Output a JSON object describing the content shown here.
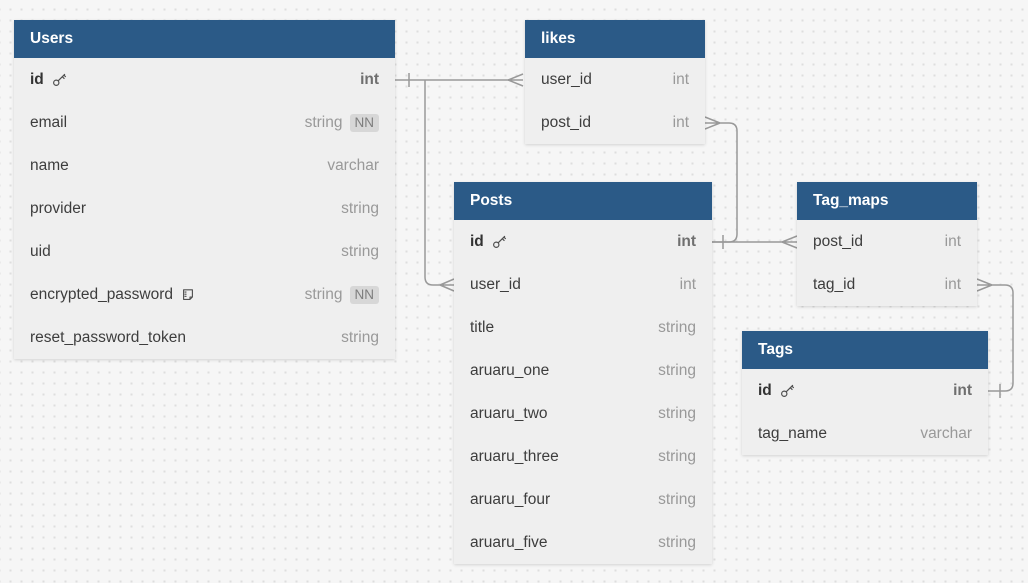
{
  "colors": {
    "header_bg": "#2b5a87",
    "table_bg": "#efefef",
    "canvas_bg": "#f6f6f6",
    "dot_grid": "#dedede",
    "relationship_line": "#999999",
    "field_text": "#3d3d3d",
    "type_text": "#999999",
    "badge_bg": "#d7d7d7",
    "header_text": "#ffffff"
  },
  "tables": {
    "users": {
      "title": "Users",
      "rows": [
        {
          "name": "id",
          "type": "int",
          "icon": "key",
          "pk": true
        },
        {
          "name": "email",
          "type": "string",
          "badge": "NN"
        },
        {
          "name": "name",
          "type": "varchar"
        },
        {
          "name": "provider",
          "type": "string"
        },
        {
          "name": "uid",
          "type": "string"
        },
        {
          "name": "encrypted_password",
          "type": "string",
          "icon": "note",
          "badge": "NN"
        },
        {
          "name": "reset_password_token",
          "type": "string"
        }
      ]
    },
    "likes": {
      "title": "likes",
      "rows": [
        {
          "name": "user_id",
          "type": "int"
        },
        {
          "name": "post_id",
          "type": "int"
        }
      ]
    },
    "posts": {
      "title": "Posts",
      "rows": [
        {
          "name": "id",
          "type": "int",
          "icon": "key",
          "pk": true
        },
        {
          "name": "user_id",
          "type": "int"
        },
        {
          "name": "title",
          "type": "string"
        },
        {
          "name": "aruaru_one",
          "type": "string"
        },
        {
          "name": "aruaru_two",
          "type": "string"
        },
        {
          "name": "aruaru_three",
          "type": "string"
        },
        {
          "name": "aruaru_four",
          "type": "string"
        },
        {
          "name": "aruaru_five",
          "type": "string"
        }
      ]
    },
    "tag_maps": {
      "title": "Tag_maps",
      "rows": [
        {
          "name": "post_id",
          "type": "int"
        },
        {
          "name": "tag_id",
          "type": "int"
        }
      ]
    },
    "tags": {
      "title": "Tags",
      "rows": [
        {
          "name": "id",
          "type": "int",
          "icon": "key",
          "pk": true
        },
        {
          "name": "tag_name",
          "type": "varchar"
        }
      ]
    }
  },
  "relationships": [
    {
      "from": "Users.id",
      "to": "likes.user_id",
      "cardinality": "one-to-many"
    },
    {
      "from": "Users.id",
      "to": "Posts.user_id",
      "cardinality": "one-to-many"
    },
    {
      "from": "Posts.id",
      "to": "likes.post_id",
      "cardinality": "one-to-many"
    },
    {
      "from": "Posts.id",
      "to": "Tag_maps.post_id",
      "cardinality": "one-to-many"
    },
    {
      "from": "Tags.id",
      "to": "Tag_maps.tag_id",
      "cardinality": "one-to-many"
    }
  ]
}
